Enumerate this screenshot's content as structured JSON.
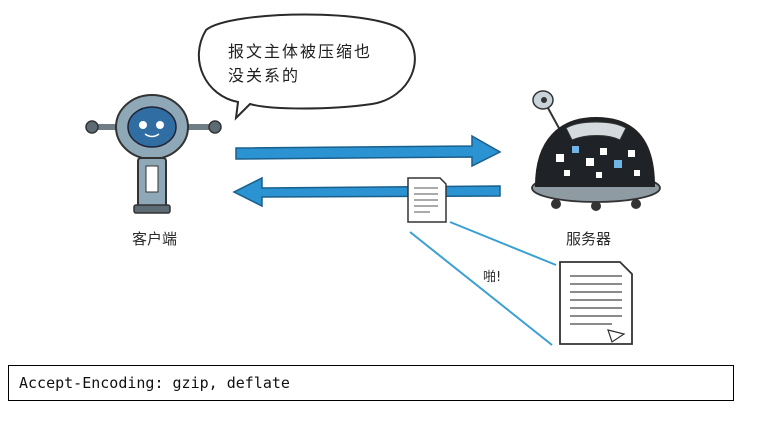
{
  "bubble": {
    "line1": "报文主体被压缩也",
    "line2": "没关系的"
  },
  "labels": {
    "client": "客户端",
    "server": "服务器",
    "pop": "啪!"
  },
  "header_line": "Accept-Encoding: gzip, deflate",
  "colors": {
    "arrow": "#2b93d1",
    "robot_body": "#8aa6b6",
    "line": "#3aa0d4"
  }
}
